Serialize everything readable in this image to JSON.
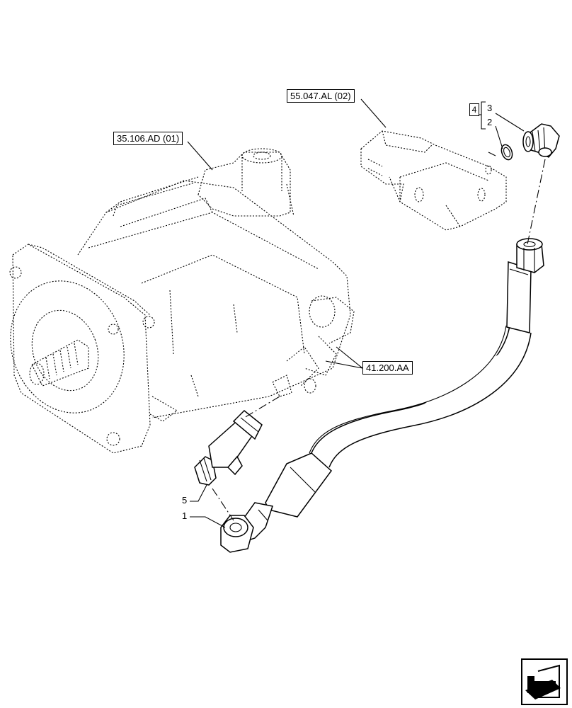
{
  "references": {
    "pump": "35.106.AD (01)",
    "valve": "55.047.AL (02)",
    "circuit": "41.200.AA"
  },
  "items": {
    "kit": "4",
    "elbow": "3",
    "oring": "2",
    "adapter": "5",
    "hose": "1"
  },
  "icons": {
    "nav": "next-page-arrow-icon"
  }
}
